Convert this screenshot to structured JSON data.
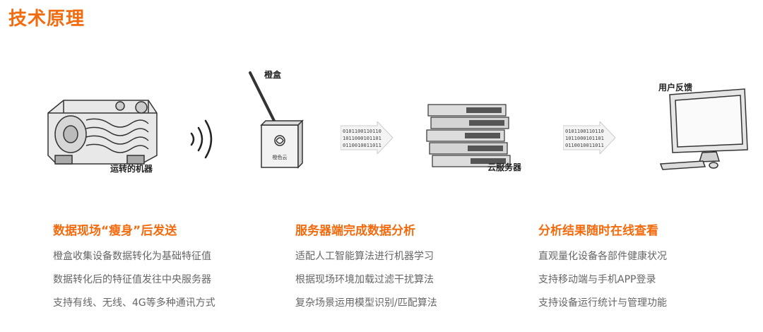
{
  "title": "技术原理",
  "diagram": {
    "machine_label": "运转的机器",
    "box_label": "橙盒",
    "server_label": "云服务器",
    "feedback_label": "用户反馈",
    "box_brand": "橙色云",
    "bits_row1": "0101100110110",
    "bits_row2": "1011000101101",
    "bits_row3": "0110010011011"
  },
  "columns": [
    {
      "heading": "数据现场“瘦身”后发送",
      "items": [
        "橙盒收集设备数据转化为基础特征值",
        "数据转化后的特征值发往中央服务器",
        "支持有线、无线、4G等多种通讯方式"
      ]
    },
    {
      "heading": "服务器端完成数据分析",
      "items": [
        "适配人工智能算法进行机器学习",
        "根据现场环境加载过滤干扰算法",
        "复杂场景运用模型识别/匹配算法"
      ]
    },
    {
      "heading": "分析结果随时在线查看",
      "items": [
        "直观量化设备各部件健康状况",
        "支持移动端与手机APP登录",
        "支持设备运行统计与管理功能"
      ]
    }
  ],
  "colors": {
    "accent": "#f26b0f",
    "body_text": "#666666"
  }
}
